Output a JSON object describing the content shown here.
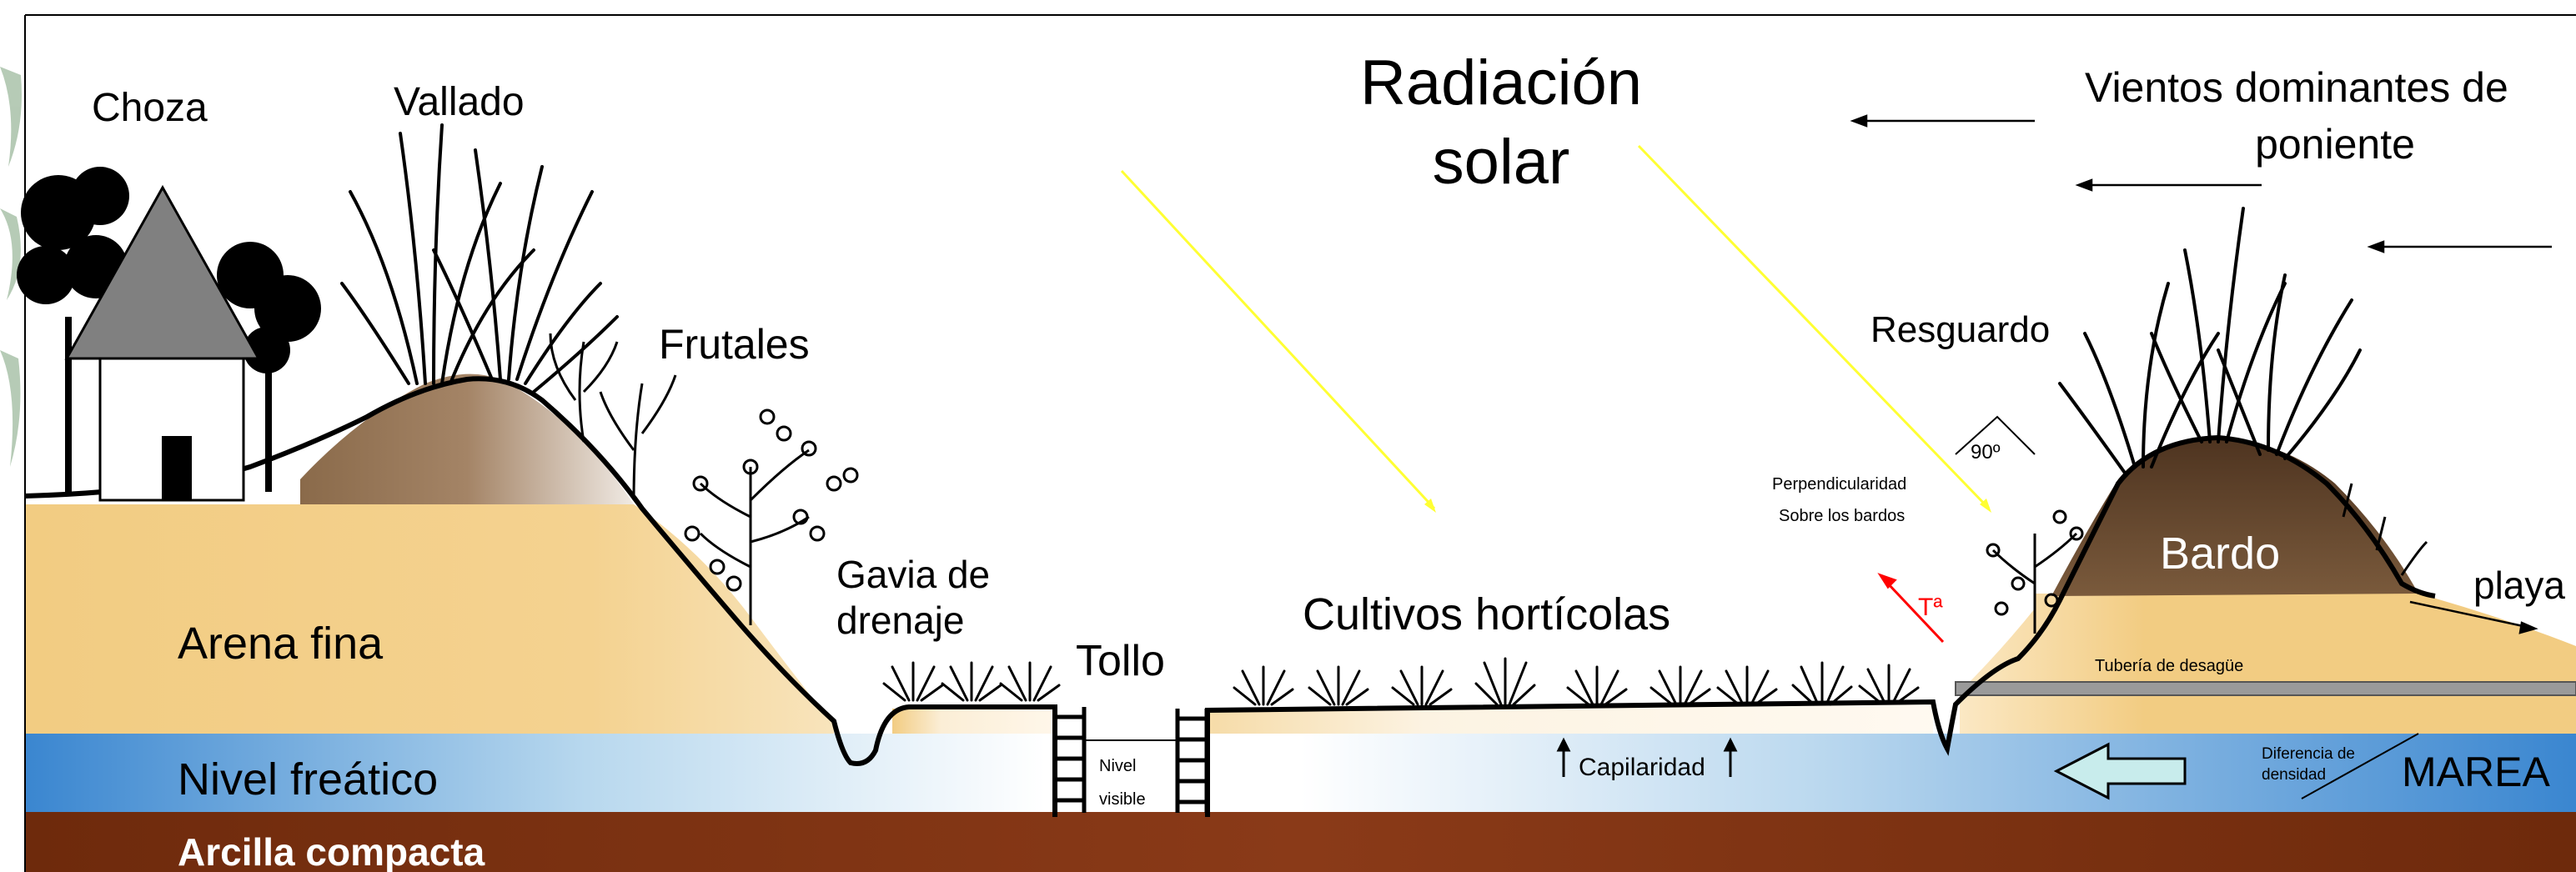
{
  "labels": {
    "hut": "Choza",
    "fence": "Vallado",
    "radiation_line1": "Radiación",
    "radiation_line2": "solar",
    "winds_line1": "Vientos dominantes de",
    "winds_line2": "poniente",
    "fruit": "Frutales",
    "shelter": "Resguardo",
    "perp_line1": "Perpendicularidad",
    "perp_line2": "Sobre los bardos",
    "angle": "90º",
    "drain_line1": "Gavia de",
    "drain_line2": "drenaje",
    "crops": "Cultivos hortícolas",
    "tollo": "Tollo",
    "sand": "Arena fina",
    "bardo": "Bardo",
    "beach": "playa",
    "pipe": "Tubería de desagüe",
    "temp": "Tª",
    "water_table": "Nivel freático",
    "visible_line1": "Nivel",
    "visible_line2": "visible",
    "capillarity": "Capilaridad",
    "density_line1": "Diferencia de",
    "density_line2": "densidad",
    "tide": "MAREA",
    "clay": "Arcilla compacta"
  },
  "colors": {
    "sand": "#f2cc82",
    "water": "#4a90d0",
    "clay": "#7a2e10",
    "mound": "#6b4a30",
    "sun_ray": "#ffff33",
    "temp_arrow": "#ff0000",
    "tide_arrow": "#c8ecec",
    "roof": "#808080"
  }
}
